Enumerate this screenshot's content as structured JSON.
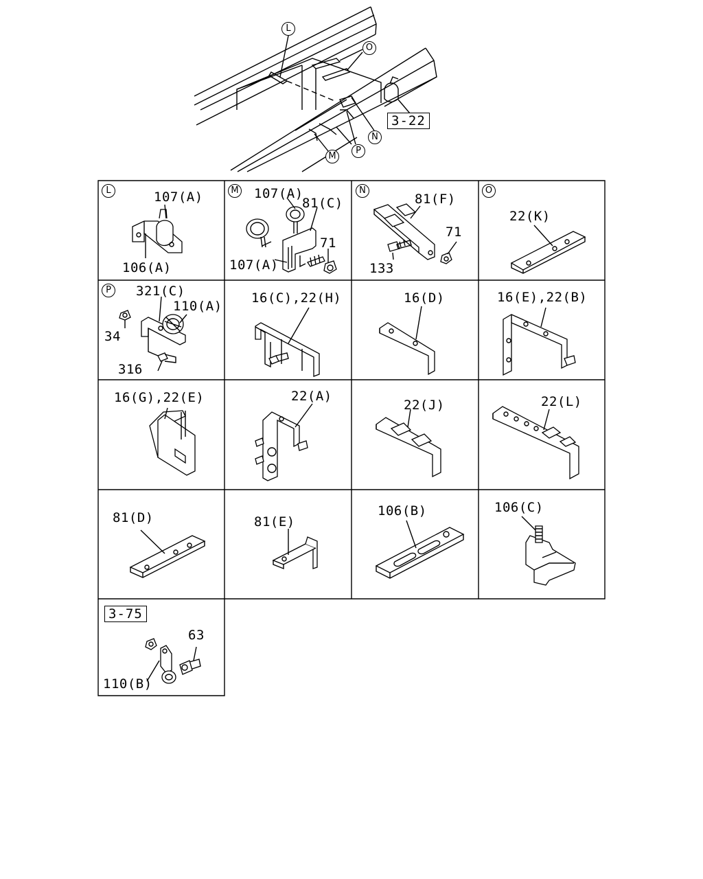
{
  "overview": {
    "callouts": [
      "L",
      "O",
      "N",
      "M",
      "P"
    ],
    "ref_box": "3-22"
  },
  "cells": [
    {
      "id": "L",
      "letter": "L",
      "labels": [
        "107(A)",
        "106(A)"
      ]
    },
    {
      "id": "M",
      "letter": "M",
      "labels": [
        "107(A)",
        "81(C)",
        "71",
        "107(A)"
      ]
    },
    {
      "id": "N",
      "letter": "N",
      "labels": [
        "81(F)",
        "71",
        "133"
      ]
    },
    {
      "id": "O",
      "letter": "O",
      "labels": [
        "22(K)"
      ]
    },
    {
      "id": "P",
      "letter": "P",
      "labels": [
        "321(C)",
        "110(A)",
        "34",
        "316"
      ]
    },
    {
      "id": "c6",
      "labels": [
        "16(C),22(H)"
      ]
    },
    {
      "id": "c7",
      "labels": [
        "16(D)"
      ]
    },
    {
      "id": "c8",
      "labels": [
        "16(E),22(B)"
      ]
    },
    {
      "id": "c9",
      "labels": [
        "16(G),22(E)"
      ]
    },
    {
      "id": "c10",
      "labels": [
        "22(A)"
      ]
    },
    {
      "id": "c11",
      "labels": [
        "22(J)"
      ]
    },
    {
      "id": "c12",
      "labels": [
        "22(L)"
      ]
    },
    {
      "id": "c13",
      "labels": [
        "81(D)"
      ]
    },
    {
      "id": "c14",
      "labels": [
        "81(E)"
      ]
    },
    {
      "id": "c15",
      "labels": [
        "106(B)"
      ]
    },
    {
      "id": "c16",
      "labels": [
        "106(C)"
      ]
    },
    {
      "id": "c17",
      "ref_box": "3-75",
      "labels": [
        "63",
        "110(B)"
      ]
    }
  ]
}
